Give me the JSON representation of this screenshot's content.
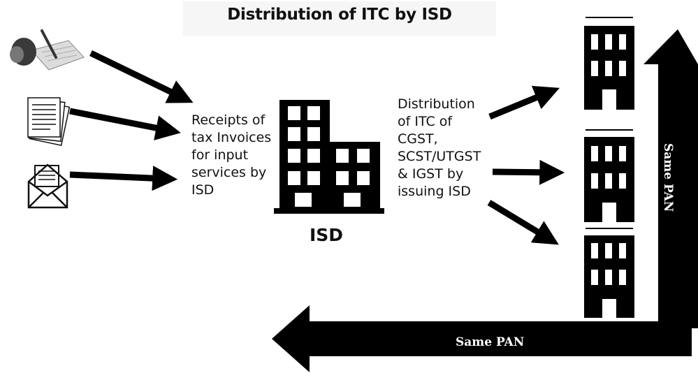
{
  "title": "Distribution of ITC by ISD",
  "receipts_lines": [
    "Receipts of",
    "tax Invoices",
    "for input",
    "services by",
    "ISD"
  ],
  "distribution_lines": [
    "Distribution",
    "of ITC of",
    "CGST,",
    "SCST/UTGST",
    "& IGST by",
    "issuing ISD"
  ],
  "isd_label": "ISD",
  "same_pan_horizontal": "Same PAN",
  "same_pan_vertical": "Same PAN",
  "colors": {
    "ink": "#000000",
    "background": "#ffffff",
    "title_band": "#f6f6f6"
  }
}
